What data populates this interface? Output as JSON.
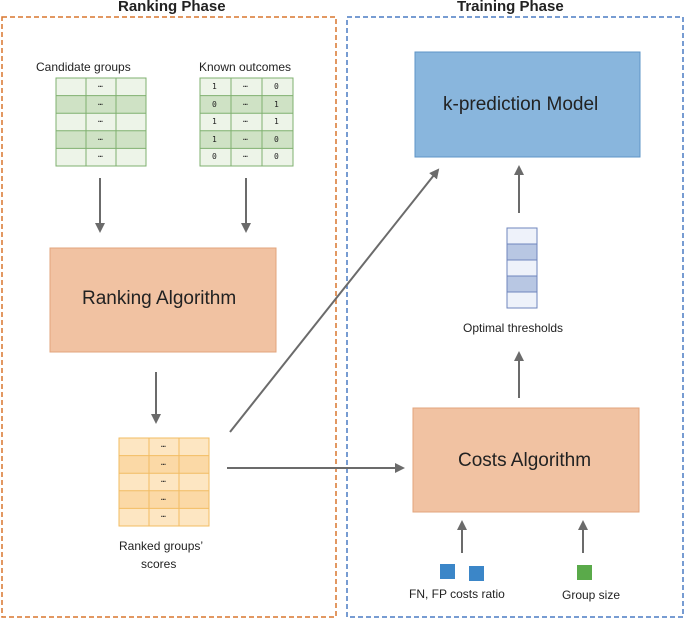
{
  "phases": {
    "ranking": "Ranking Phase",
    "training": "Training Phase"
  },
  "inputs": {
    "candidate_groups": "Candidate groups",
    "known_outcomes": "Known outcomes",
    "candidate_table": [
      [
        "",
        "…",
        ""
      ],
      [
        "",
        "…",
        ""
      ],
      [
        "",
        "…",
        ""
      ],
      [
        "",
        "…",
        ""
      ],
      [
        "",
        "…",
        ""
      ]
    ],
    "outcomes_table": [
      [
        "1",
        "…",
        "0"
      ],
      [
        "0",
        "…",
        "1"
      ],
      [
        "1",
        "…",
        "1"
      ],
      [
        "1",
        "…",
        "0"
      ],
      [
        "0",
        "…",
        "0"
      ]
    ]
  },
  "ranking_algorithm": "Ranking Algorithm",
  "ranked": {
    "label_line1": "Ranked groups’",
    "label_line2": "scores",
    "table": [
      [
        "",
        "…",
        ""
      ],
      [
        "",
        "…",
        ""
      ],
      [
        "",
        "…",
        ""
      ],
      [
        "",
        "…",
        ""
      ],
      [
        "",
        "…",
        ""
      ]
    ]
  },
  "model": "k-prediction Model",
  "optimal_thresholds": "Optimal thresholds",
  "costs_algorithm": "Costs Algorithm",
  "cost_inputs": {
    "fn_fp": "FN, FP costs ratio",
    "group_size": "Group size"
  },
  "colors": {
    "ranking_border": "#d9772e",
    "training_border": "#4a7bc4",
    "algo_fill": "#f1c2a2",
    "model_fill": "#89b6dd",
    "green_table": "#e6efe0",
    "orange_table": "#fde6c2",
    "blue_square": "#3b86c8",
    "green_square": "#5aaa4a",
    "arrow": "#6b6b6b"
  }
}
